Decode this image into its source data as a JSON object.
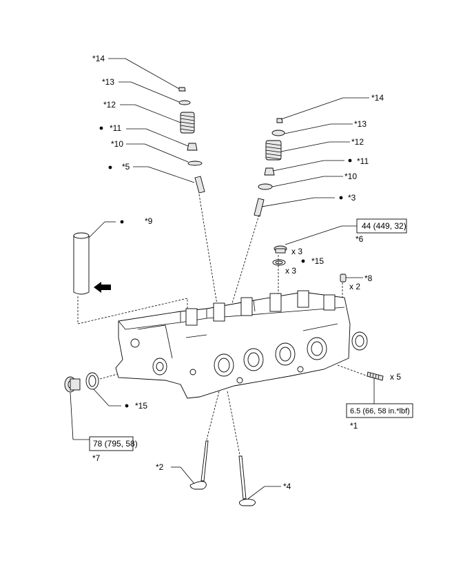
{
  "labels": {
    "l1": "*1",
    "l2": "*2",
    "l3": "*3",
    "l4": "*4",
    "l5": "*5",
    "l6": "*6",
    "l7": "*7",
    "l8": "*8",
    "l9": "*9",
    "l10a": "*10",
    "l10b": "*10",
    "l11a": "*11",
    "l11b": "*11",
    "l12a": "*12",
    "l12b": "*12",
    "l13a": "*13",
    "l13b": "*13",
    "l14a": "*14",
    "l14b": "*14",
    "l15a": "*15",
    "l15b": "*15"
  },
  "quantities": {
    "q_plug": "x 3",
    "q_gasket": "x 3",
    "q_pin": "x 2",
    "q_stud": "x 5"
  },
  "torque": {
    "t6": "44 (449, 32)",
    "t1": "6.5 (66, 58 in.*lbf)",
    "t7": "78 (795, 58)"
  },
  "colors": {
    "line": "#000000",
    "background": "#ffffff",
    "part_fill": "#e6e6e6"
  },
  "icons": {
    "arrow": "left-arrow-icon",
    "dot": "non-reusable-part-dot"
  }
}
